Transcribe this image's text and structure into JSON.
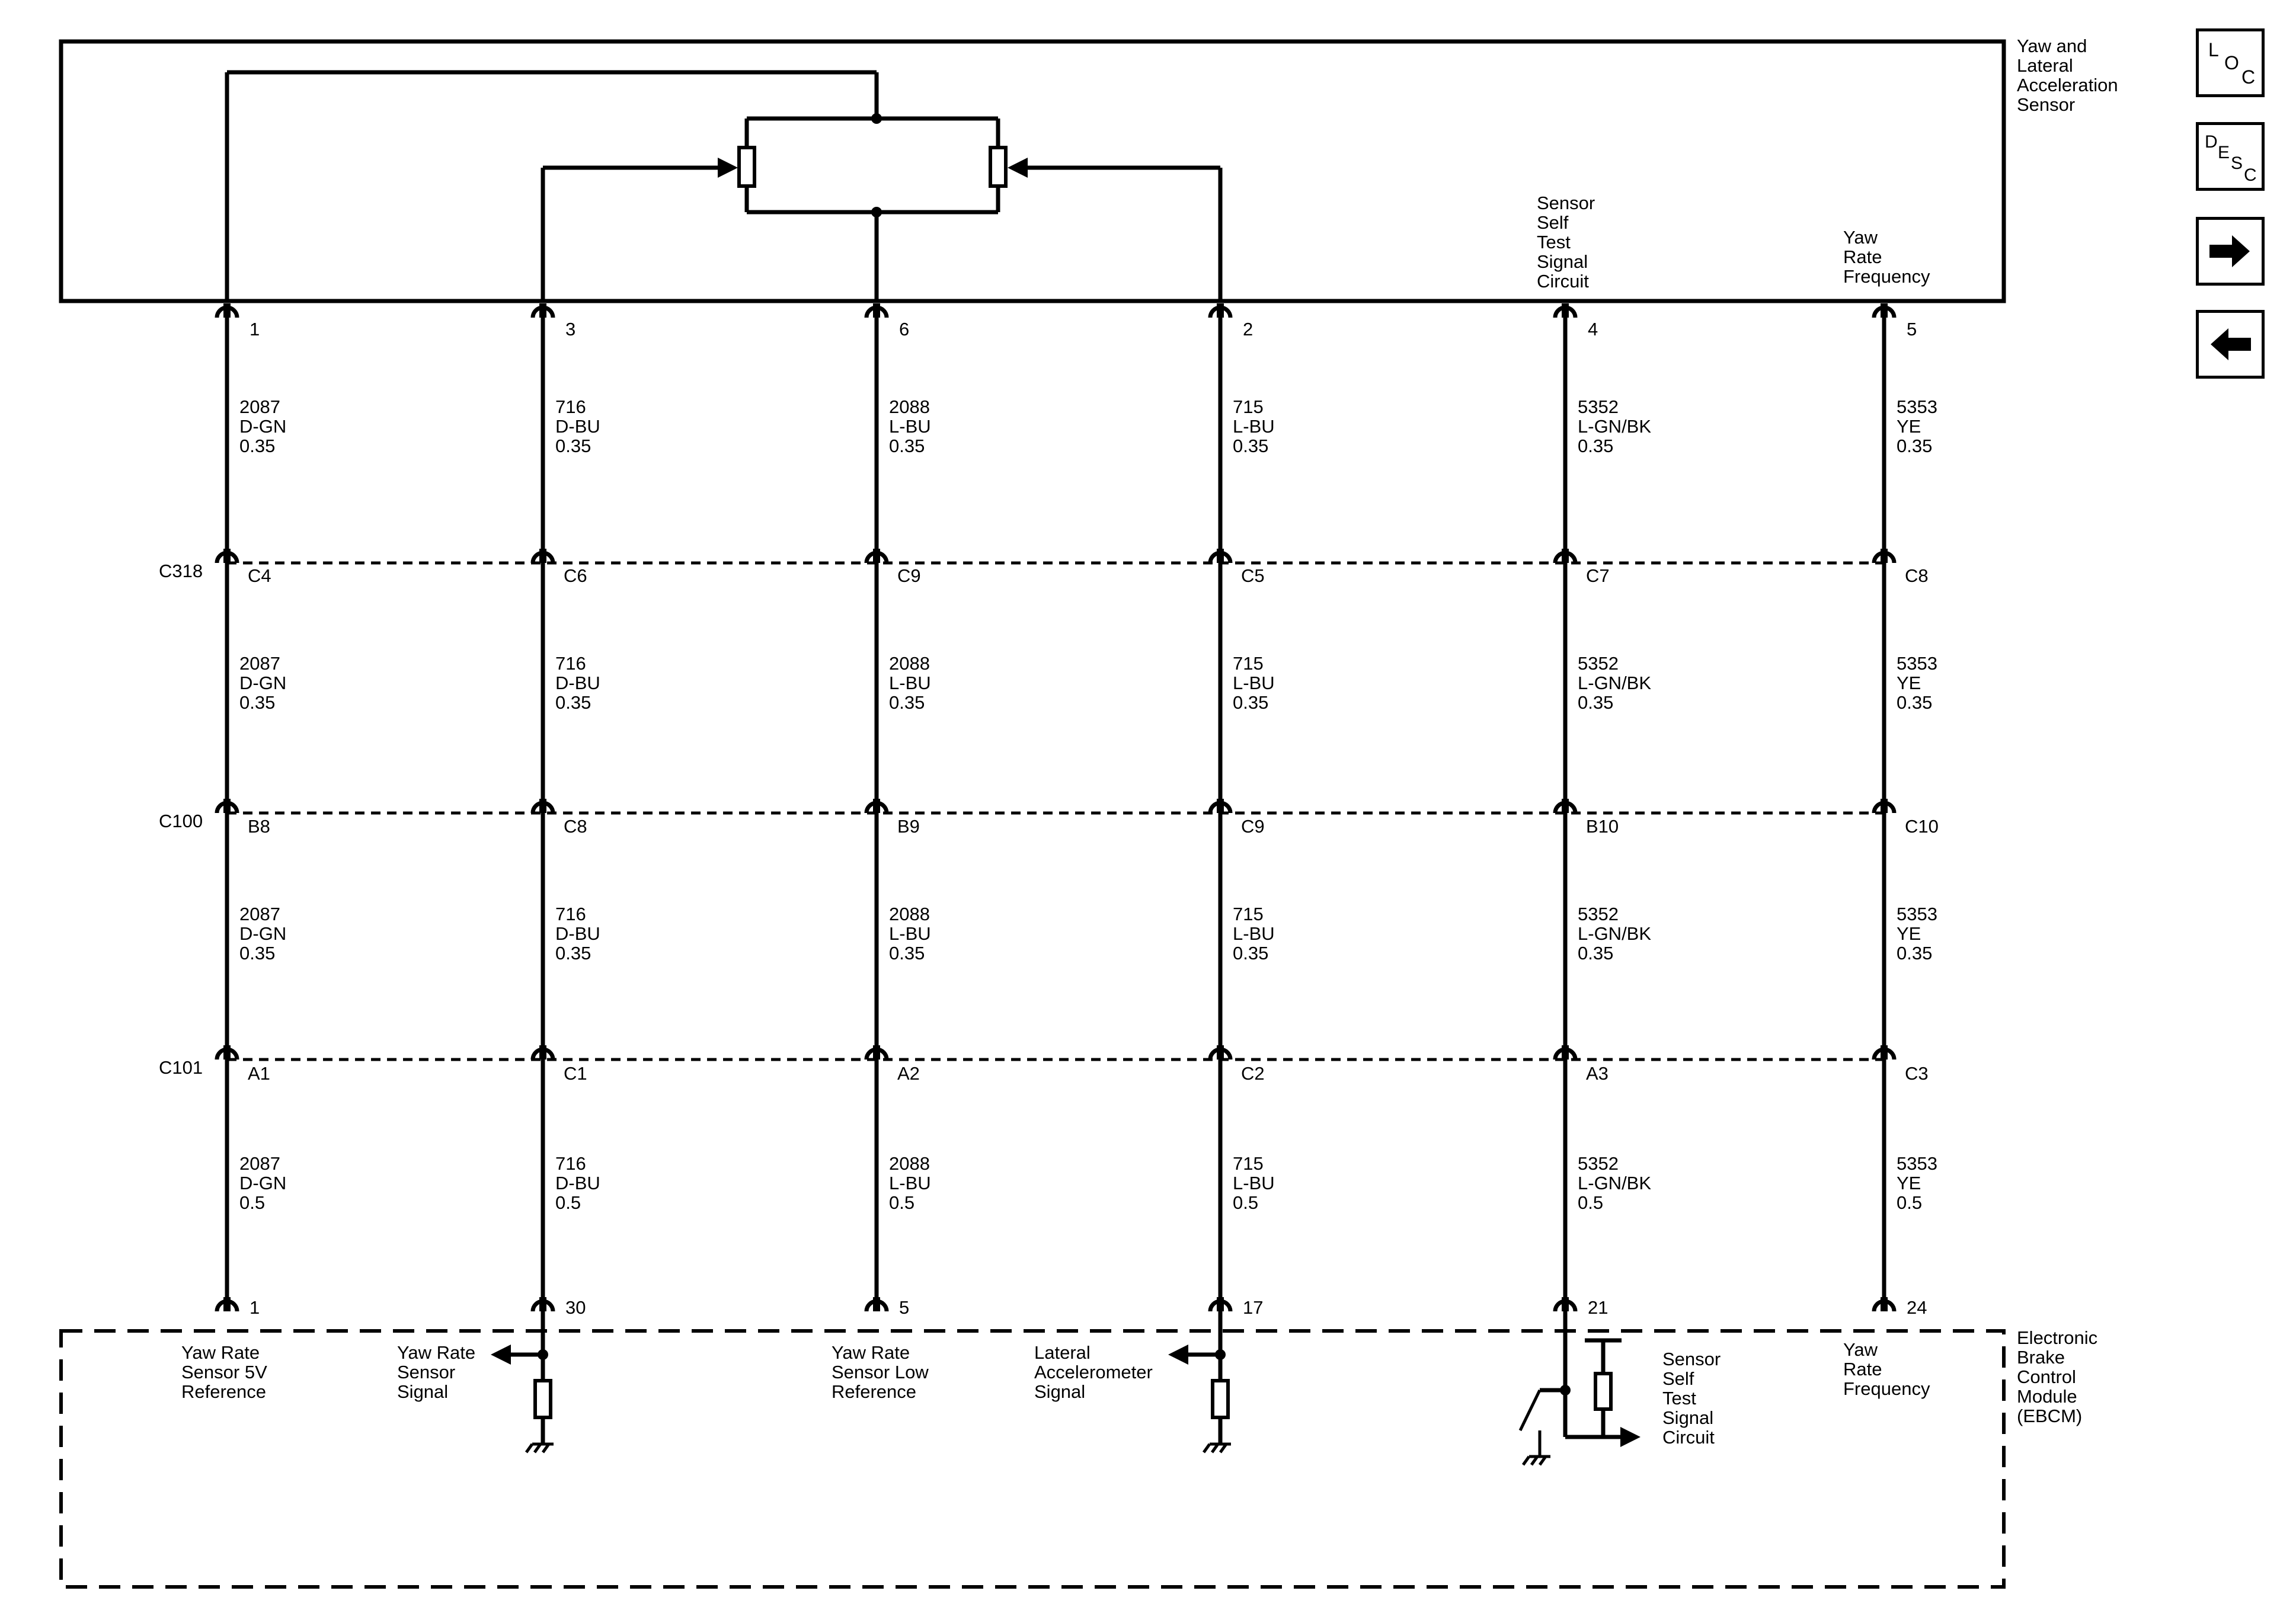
{
  "sensor": {
    "name": [
      "Yaw and",
      "Lateral",
      "Acceleration",
      "Sensor"
    ],
    "labels": [
      [
        "Sensor",
        "Self",
        "Test",
        "Signal",
        "Circuit"
      ],
      [
        "Yaw",
        "Rate",
        "Frequency"
      ]
    ]
  },
  "module": {
    "name": [
      "Electronic",
      "Brake",
      "Control",
      "Module",
      "(EBCM)"
    ],
    "labels": [
      [
        "Yaw Rate",
        "Sensor 5V",
        "Reference"
      ],
      [
        "Yaw Rate",
        "Sensor",
        "Signal"
      ],
      [
        "Yaw Rate",
        "Sensor Low",
        "Reference"
      ],
      [
        "Lateral",
        "Accelerometer",
        "Signal"
      ],
      [
        "Sensor",
        "Self",
        "Test",
        "Signal",
        "Circuit"
      ],
      [
        "Yaw",
        "Rate",
        "Frequency"
      ]
    ]
  },
  "connectors": [
    "C318",
    "C100",
    "C101"
  ],
  "circuits": [
    {
      "sensor_pin": "1",
      "circuit": "2087",
      "color": "D-GN",
      "pins": [
        "C4",
        "B8",
        "A1"
      ],
      "sizes": [
        "0.35",
        "0.35",
        "0.35",
        "0.5"
      ],
      "module_pin": "1"
    },
    {
      "sensor_pin": "3",
      "circuit": "716",
      "color": "D-BU",
      "pins": [
        "C6",
        "C8",
        "C1"
      ],
      "sizes": [
        "0.35",
        "0.35",
        "0.35",
        "0.5"
      ],
      "module_pin": "30"
    },
    {
      "sensor_pin": "6",
      "circuit": "2088",
      "color": "L-BU",
      "pins": [
        "C9",
        "B9",
        "A2"
      ],
      "sizes": [
        "0.35",
        "0.35",
        "0.35",
        "0.5"
      ],
      "module_pin": "5"
    },
    {
      "sensor_pin": "2",
      "circuit": "715",
      "color": "L-BU",
      "pins": [
        "C5",
        "C9",
        "C2"
      ],
      "sizes": [
        "0.35",
        "0.35",
        "0.35",
        "0.5"
      ],
      "module_pin": "17"
    },
    {
      "sensor_pin": "4",
      "circuit": "5352",
      "color": "L-GN/BK",
      "pins": [
        "C7",
        "B10",
        "A3"
      ],
      "sizes": [
        "0.35",
        "0.35",
        "0.35",
        "0.5"
      ],
      "module_pin": "21"
    },
    {
      "sensor_pin": "5",
      "circuit": "5353",
      "color": "YE",
      "pins": [
        "C8",
        "C10",
        "C3"
      ],
      "sizes": [
        "0.35",
        "0.35",
        "0.35",
        "0.5"
      ],
      "module_pin": "24"
    }
  ],
  "nav": {
    "loc": [
      "L",
      "O",
      "C"
    ],
    "desc": [
      "D",
      "E",
      "S",
      "C"
    ],
    "next_icon": "arrow-right-icon",
    "prev_icon": "arrow-left-icon"
  }
}
